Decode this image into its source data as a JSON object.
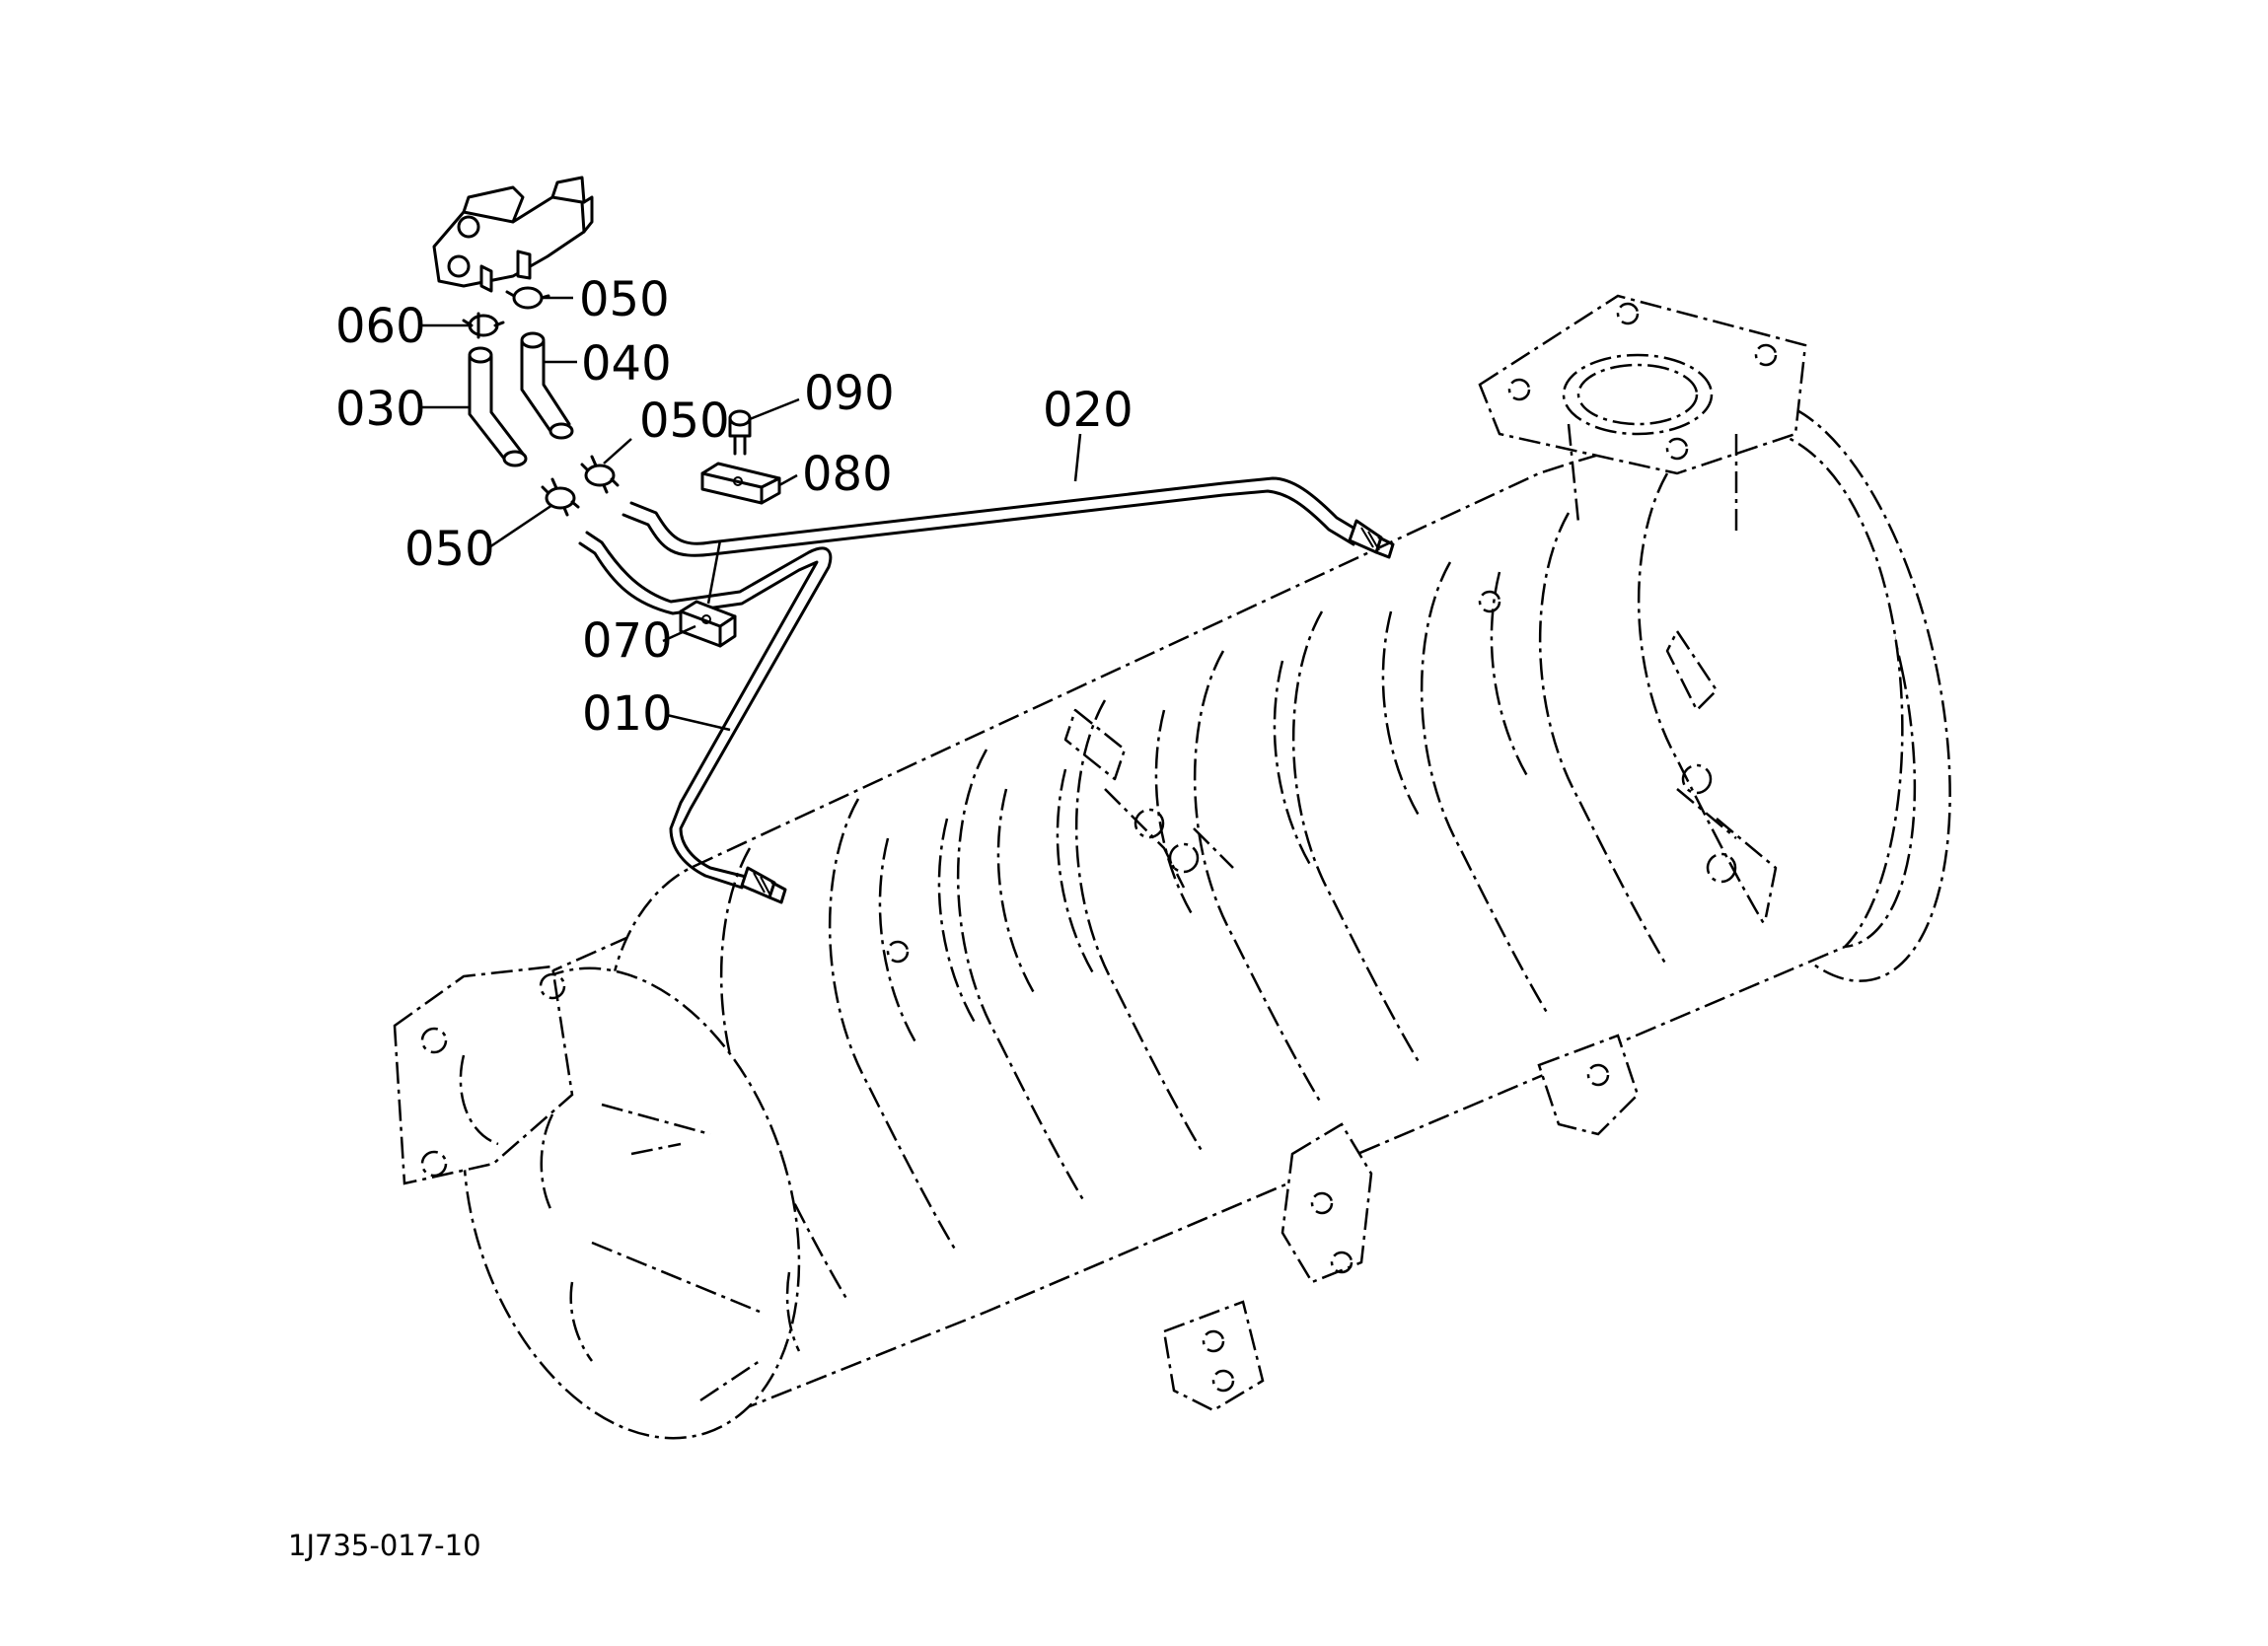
{
  "diagram": {
    "figure_id": "1J735-017-10",
    "callouts": [
      {
        "id": "010",
        "label": "010"
      },
      {
        "id": "020",
        "label": "020"
      },
      {
        "id": "030",
        "label": "030"
      },
      {
        "id": "040",
        "label": "040"
      },
      {
        "id": "050a",
        "label": "050"
      },
      {
        "id": "050b",
        "label": "050"
      },
      {
        "id": "050c",
        "label": "050"
      },
      {
        "id": "060",
        "label": "060"
      },
      {
        "id": "070",
        "label": "070"
      },
      {
        "id": "080",
        "label": "080"
      },
      {
        "id": "090",
        "label": "090"
      }
    ]
  }
}
